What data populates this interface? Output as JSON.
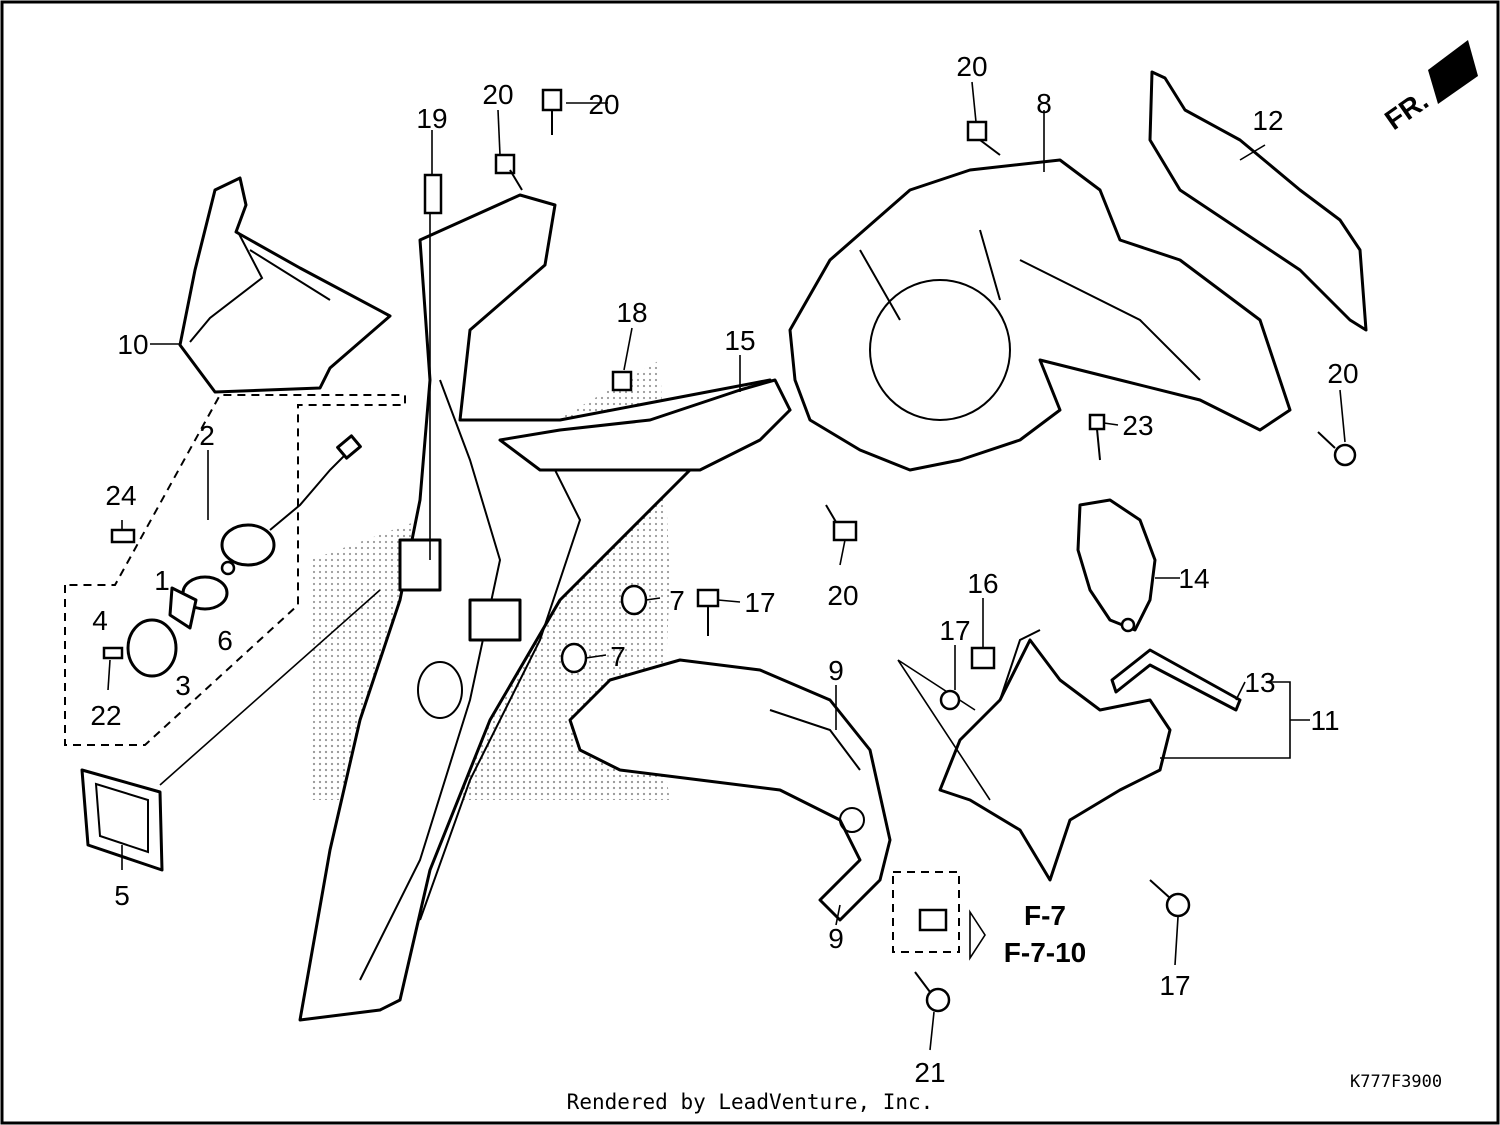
{
  "diagram": {
    "direction_label": "FR.",
    "ref_codes": [
      "F-7",
      "F-7-10"
    ],
    "callouts": [
      "1",
      "2",
      "3",
      "4",
      "5",
      "6",
      "7",
      "8",
      "9",
      "10",
      "11",
      "12",
      "13",
      "14",
      "15",
      "16",
      "17",
      "18",
      "19",
      "20",
      "21",
      "22",
      "23",
      "24"
    ],
    "part_code": "K777F3900"
  },
  "footer": {
    "credit": "Rendered by LeadVenture, Inc."
  }
}
